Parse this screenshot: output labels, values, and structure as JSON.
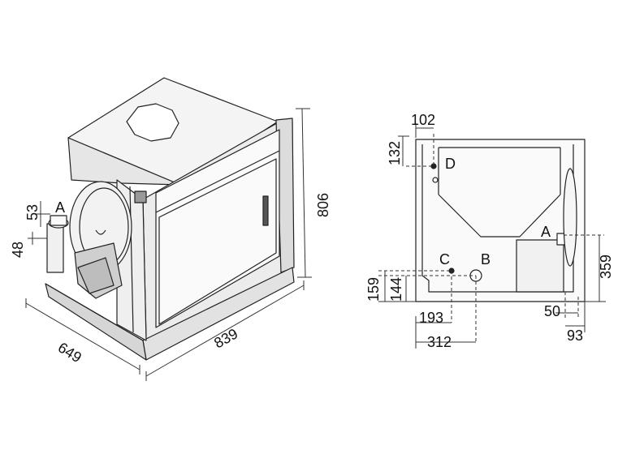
{
  "left_view": {
    "dims": {
      "d53": "53",
      "d48": "48",
      "d649": "649",
      "d839": "839",
      "d806": "806"
    },
    "labels": {
      "a": "A"
    }
  },
  "right_view": {
    "dims": {
      "d102": "102",
      "d132": "132",
      "d159": "159",
      "d144": "144",
      "d193": "193",
      "d312": "312",
      "d359": "359",
      "d50": "50",
      "d93": "93"
    },
    "labels": {
      "a": "A",
      "b": "B",
      "c": "C",
      "d": "D"
    }
  }
}
